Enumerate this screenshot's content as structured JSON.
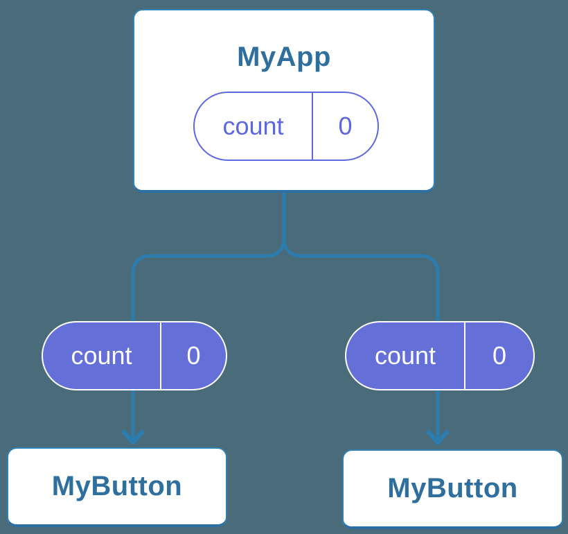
{
  "colors": {
    "background": "#4A6B7A",
    "card-bg": "#FFFFFF",
    "card-border": "#3181B5",
    "card-border-bottom": "#2B6FA3",
    "connector": "#2D7CAE",
    "title-text": "#2F6F9E",
    "purple-outline": "#5C67E0",
    "purple-fill": "#6470D8",
    "pill-text-light": "#FFFFFF"
  },
  "tree": {
    "root": {
      "name": "MyApp",
      "state": {
        "name": "count",
        "value": "0"
      }
    },
    "children": [
      {
        "name": "MyButton",
        "prop": {
          "name": "count",
          "value": "0"
        }
      },
      {
        "name": "MyButton",
        "prop": {
          "name": "count",
          "value": "0"
        }
      }
    ]
  }
}
